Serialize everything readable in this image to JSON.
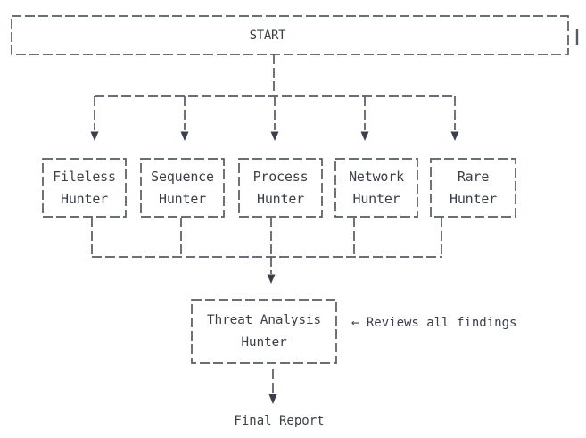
{
  "nodes": {
    "start": {
      "label": "START"
    },
    "hunters": [
      {
        "line1": "Fileless",
        "line2": "Hunter"
      },
      {
        "line1": "Sequence",
        "line2": "Hunter"
      },
      {
        "line1": "Process",
        "line2": "Hunter"
      },
      {
        "line1": "Network",
        "line2": "Hunter"
      },
      {
        "line1": "Rare",
        "line2": "Hunter"
      }
    ],
    "analysis": {
      "line1": "Threat Analysis",
      "line2": "Hunter"
    },
    "final": {
      "label": "Final Report"
    }
  },
  "annotations": {
    "reviews": "← Reviews all findings"
  },
  "colors": {
    "line": "#565b64",
    "text": "#3b3f4a",
    "background": "#ffffff"
  }
}
